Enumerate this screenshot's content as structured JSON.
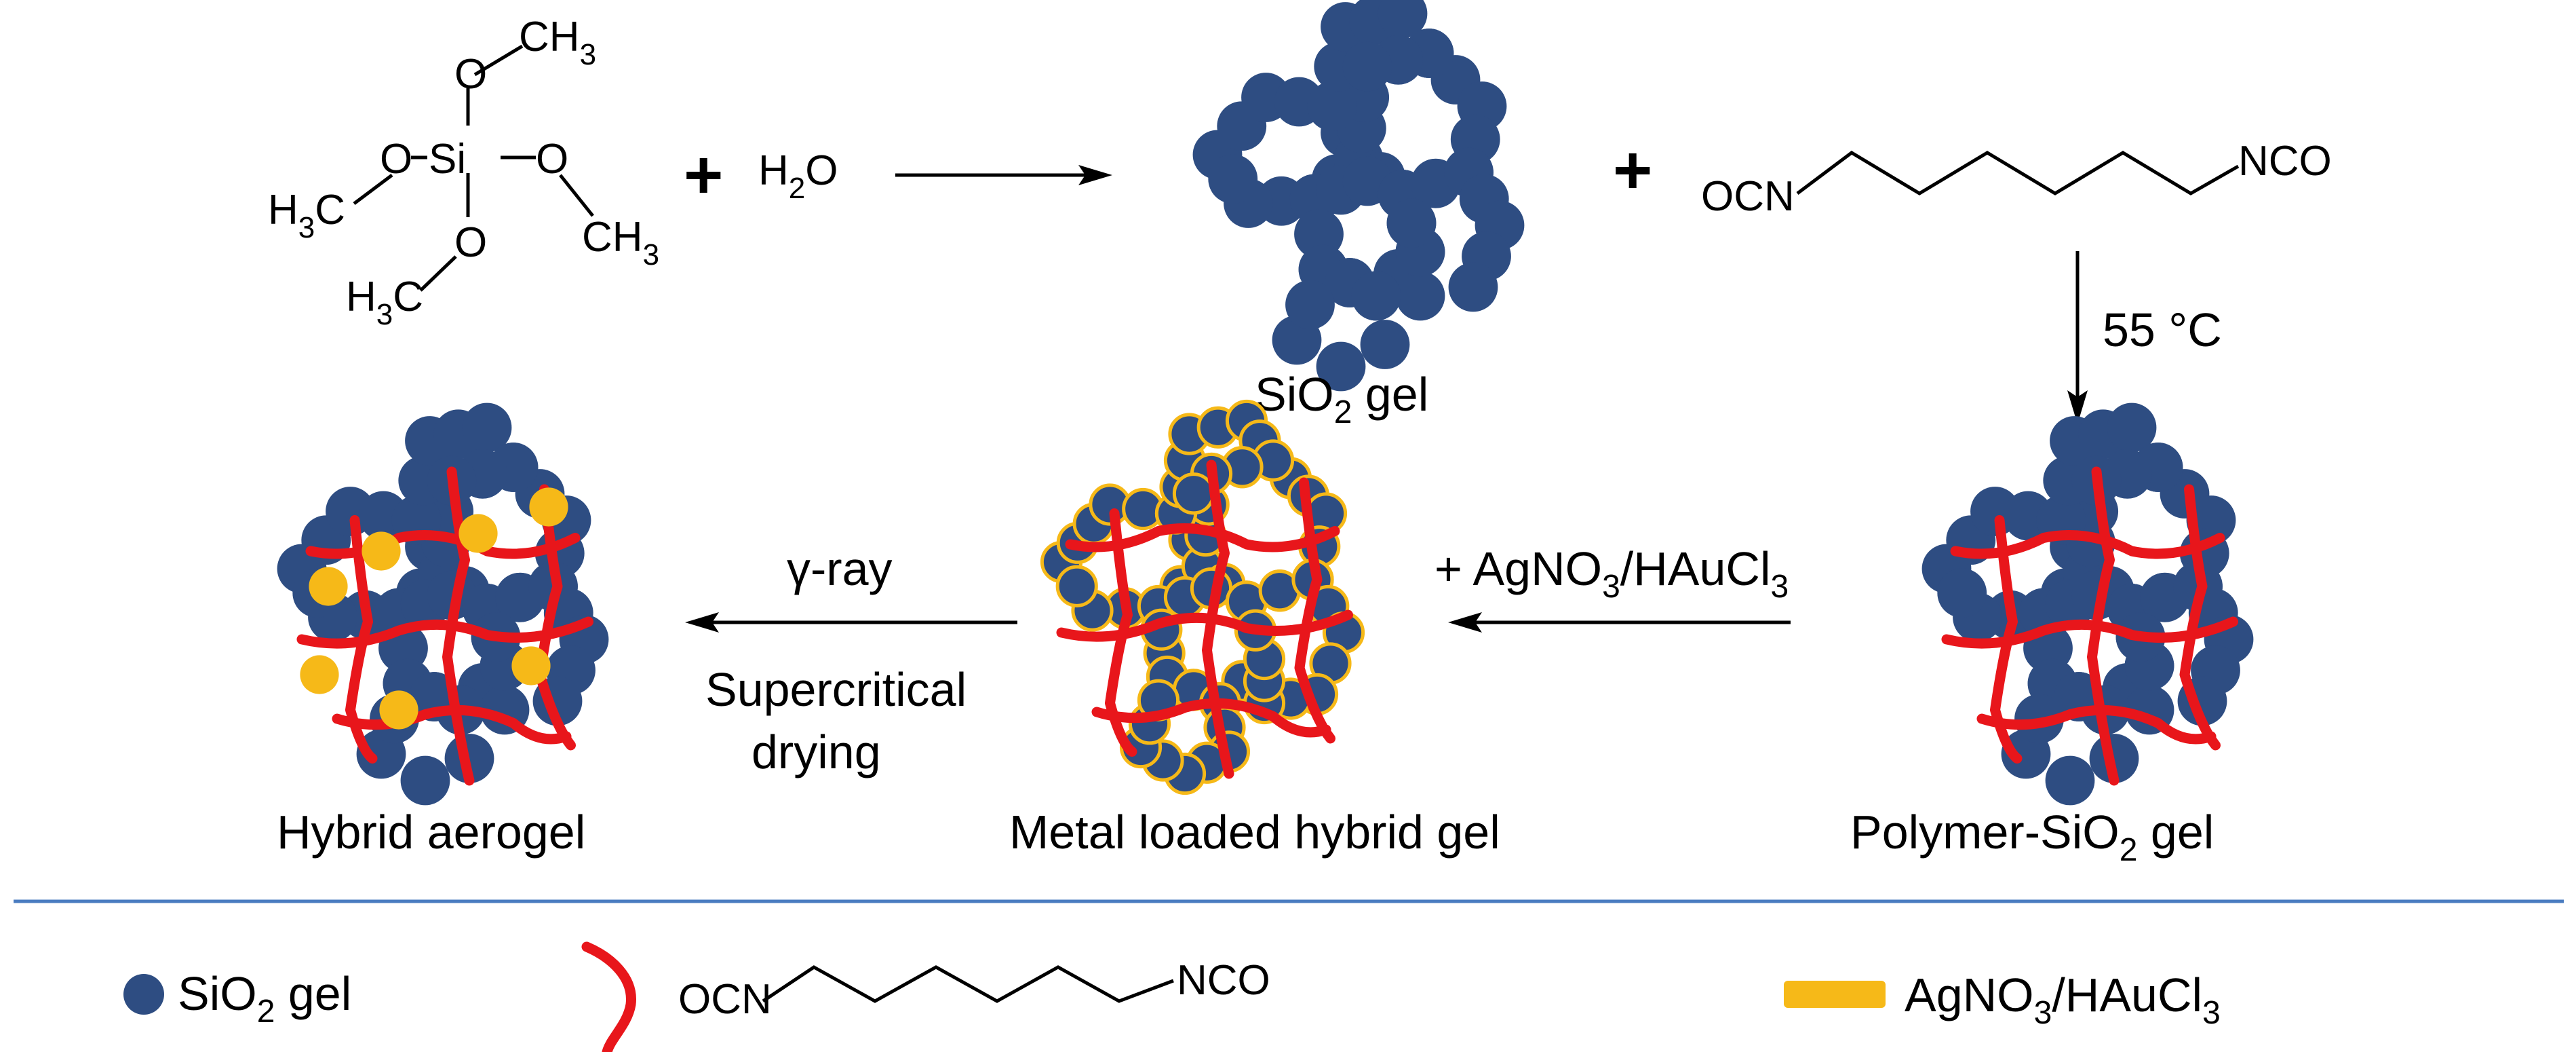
{
  "colors": {
    "silica": "#2e4d82",
    "polymer": "#e8161b",
    "metal": "#f6b918",
    "separator": "#4a7cc0"
  },
  "reactants": {
    "tmos": {
      "o_top": "O",
      "ch3_top": "CH",
      "ch3_top_sub": "3",
      "o_left": "O",
      "si": "Si",
      "o_right": "O",
      "h3c_left": "H",
      "h3c_left_sub": "3",
      "h3c_left_c": "C",
      "ch3_right": "CH",
      "ch3_right_sub": "3",
      "o_bottom": "O",
      "h3c_bottom": "H",
      "h3c_bottom_sub": "3",
      "h3c_bottom_c": "C"
    },
    "plus_1": "+",
    "water": "H",
    "water_sub": "2",
    "water_o": "O",
    "plus_2": "+",
    "diisocyanate": {
      "left": "OCN",
      "right": "NCO"
    }
  },
  "stages": {
    "sio2_gel": {
      "pre": "SiO",
      "sub": "2",
      "post": " gel"
    },
    "polymer_sio2_gel": {
      "pre": "Polymer-SiO",
      "sub": "2",
      "post": " gel"
    },
    "metal_loaded": "Metal loaded hybrid gel",
    "hybrid_aerogel": "Hybrid aerogel"
  },
  "conditions": {
    "temperature": "55 °C",
    "add_metal": {
      "pre": "+ AgNO",
      "sub1": "3",
      "mid": "/HAuCl",
      "sub2": "3"
    },
    "gamma": "γ-ray",
    "drying_1": "Supercritical",
    "drying_2": "drying"
  },
  "legend": {
    "sio2": {
      "pre": "SiO",
      "sub": "2",
      "post": " gel"
    },
    "polymer_left": "OCN",
    "polymer_right": "NCO",
    "metal": {
      "pre": "AgNO",
      "sub1": "3",
      "mid": "/HAuCl",
      "sub2": "3"
    }
  }
}
